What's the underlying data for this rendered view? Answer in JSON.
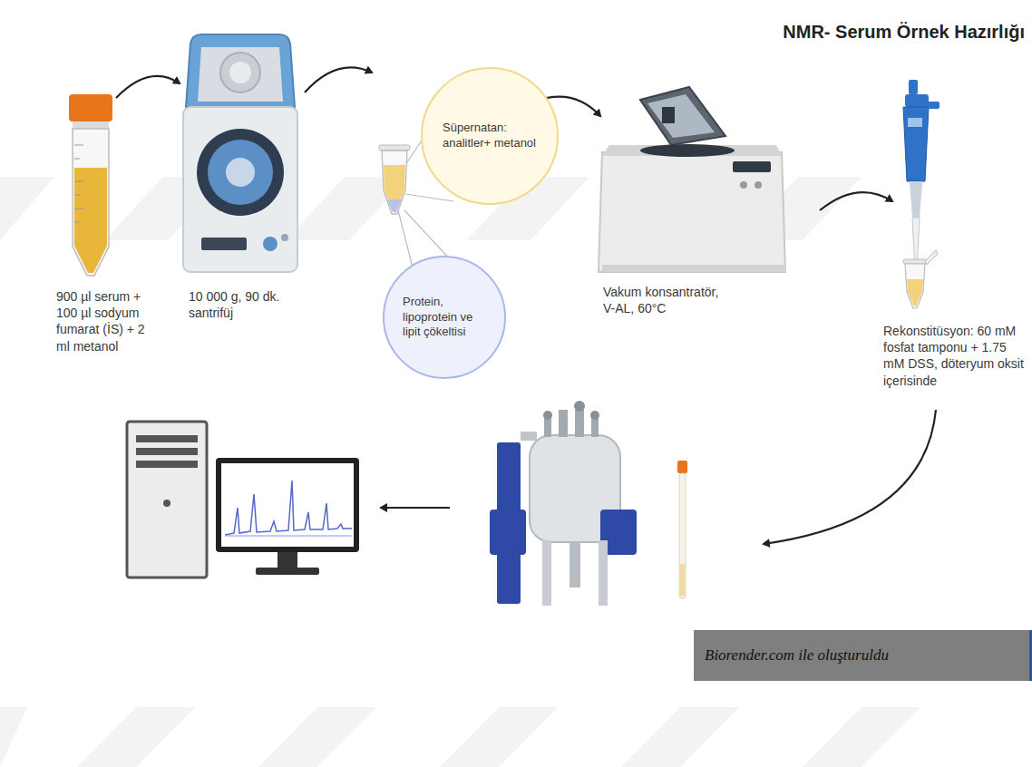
{
  "diagram": {
    "title": "NMR- Serum Örnek Hazırlığı",
    "caption": "Biorender.com ile oluşturuldu",
    "nodes": [
      {
        "text": [
          "Süpernatan: analitler+ metanol"
        ]
      },
      {
        "text": [
          "Protein, lipoprotein ve lipit çökeltisi"
        ]
      }
    ],
    "labels": [
      "900 µl serum + 100 µl sodyum fumarat (İS) + 2 ml metanol",
      "10 000 g, 90 dk. santrifüj",
      "Vakum konsantratör, V-AL, 60°C",
      "Rekonstitüsyon: 60 mM fosfat tamponu + 1.75 mM DSS, döteryum oksit içerisinde"
    ]
  }
}
